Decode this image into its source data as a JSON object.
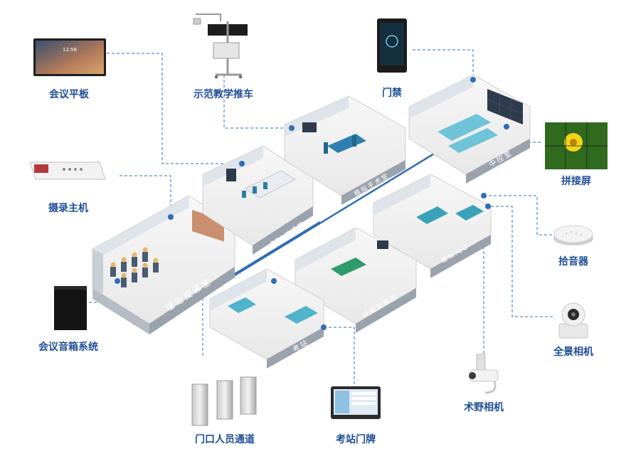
{
  "devices": {
    "conference_tablet": "会议平板",
    "teaching_cart": "示范教学推车",
    "access_control": "门禁",
    "recording_host": "摄录主机",
    "video_wall": "拼接屏",
    "audio_pickup": "拾音器",
    "speaker_system": "会议音箱系统",
    "panoramic_camera": "全景相机",
    "surgical_camera": "术野相机",
    "gate_channel": "门口人员通道",
    "station_doorplate": "考站门牌"
  },
  "rooms": {
    "theory": "理论授课室",
    "pbl": "PBL讨论室",
    "surgery": "模拟手术室",
    "control": "中控室",
    "icu": "模拟ICU",
    "skills": "技能训练室",
    "exam": "考站"
  },
  "tablet_clock": "12:56",
  "colors": {
    "label": "#1f4e96",
    "line": "#2f6db5",
    "dot": "#2f6db5"
  }
}
